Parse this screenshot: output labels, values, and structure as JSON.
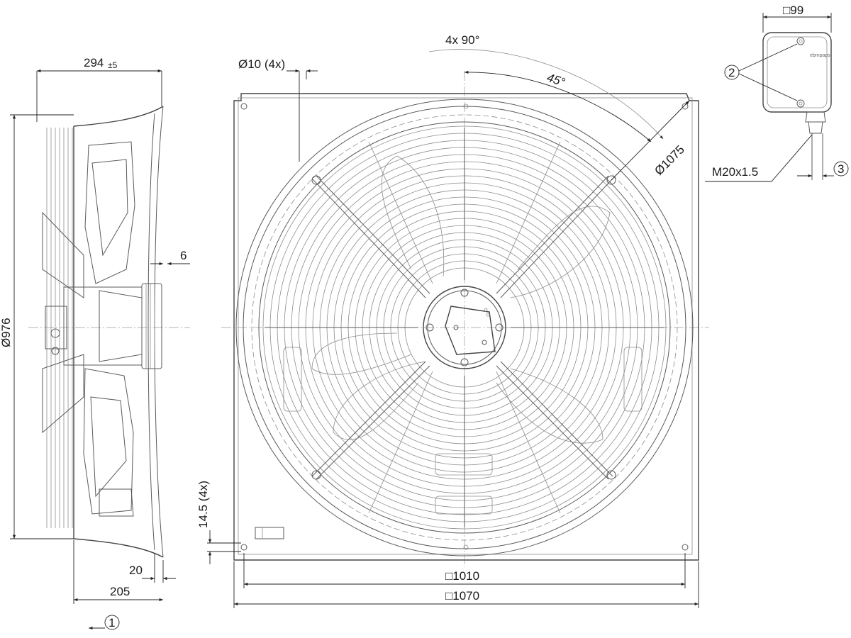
{
  "dimensions": {
    "depth_294": "294",
    "depth_tol": "±5",
    "diam_976": "Ø976",
    "dim_6": "6",
    "dim_20": "20",
    "dim_205": "205",
    "hole": "Ø10 (4x)",
    "angle_4x90": "4x 90°",
    "angle_45": "45°",
    "diam_1075": "Ø1075",
    "slot_14_5": "14.5 (4x)",
    "sq_1010": "□1010",
    "sq_1070": "□1070",
    "box_99": "□99",
    "thread": "M20x1.5"
  },
  "callouts": {
    "c1": "1",
    "c2": "2",
    "c3": "3"
  },
  "brand": "ebmpapst",
  "colors": {
    "line": "#5a5a5a",
    "text": "#1a1a1a"
  }
}
